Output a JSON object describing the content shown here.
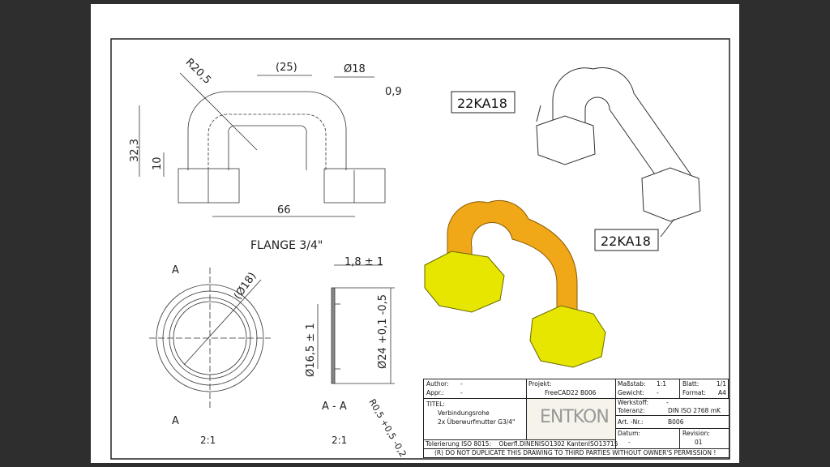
{
  "drawing": {
    "front_view": {
      "dims": [
        "(25)",
        "Ø18",
        "0,9",
        "R20,5",
        "32,3",
        "10",
        "66"
      ]
    },
    "section_title": "FLANGE 3/4\"",
    "flange_view": {
      "dim": "(Ø18)",
      "cut_label": "A",
      "scale": "2:1"
    },
    "section_view": {
      "dims": [
        "1,8 ± 1",
        "Ø16,5 ± 1",
        "Ø24 +0,1 -0,5",
        "R0,5 +0,5 -0,2"
      ],
      "label": "A - A",
      "scale": "2:1"
    },
    "callouts": [
      "22KA18",
      "22KA18"
    ],
    "colors": {
      "pipe": "#f0a818",
      "nut": "#e6e600",
      "background": "#2e2e2e"
    }
  },
  "title_block": {
    "author_label": "Author:",
    "author": "-",
    "appr_label": "Appr.:",
    "appr": "-",
    "projekt_label": "Projekt:",
    "projekt": "FreeCAD22 B006",
    "massstab_label": "Maßstab:",
    "massstab": "1:1",
    "gewicht_label": "Gewicht:",
    "gewicht": "-",
    "blatt_label": "Blatt:",
    "blatt": "1/1",
    "format_label": "Format:",
    "format": "A4",
    "titel_label": "TITEL:",
    "titel_1": "Verbindungsrohe",
    "titel_2": "2x Überwurfmutter G3/4\"",
    "logo": "ENTKON",
    "werkstoff_label": "Werkstoff:",
    "werkstoff": "-",
    "toleranz_label": "Toleranz:",
    "toleranz": "DIN ISO 2768 mK",
    "artnr_label": "Art. -Nr.:",
    "artnr": "B006",
    "datum_label": "Datum:",
    "datum": "-",
    "revision_label": "Revision:",
    "revision": "01",
    "tolerierung": "Tolerierung ISO 8015:    Oberfl.DINENISO1302 KantenISO13715",
    "notice": "(R) DO NOT DUPLICATE THIS DRAWING TO THIRD PARTIES WITHOUT OWNER'S PERMISSION !"
  }
}
